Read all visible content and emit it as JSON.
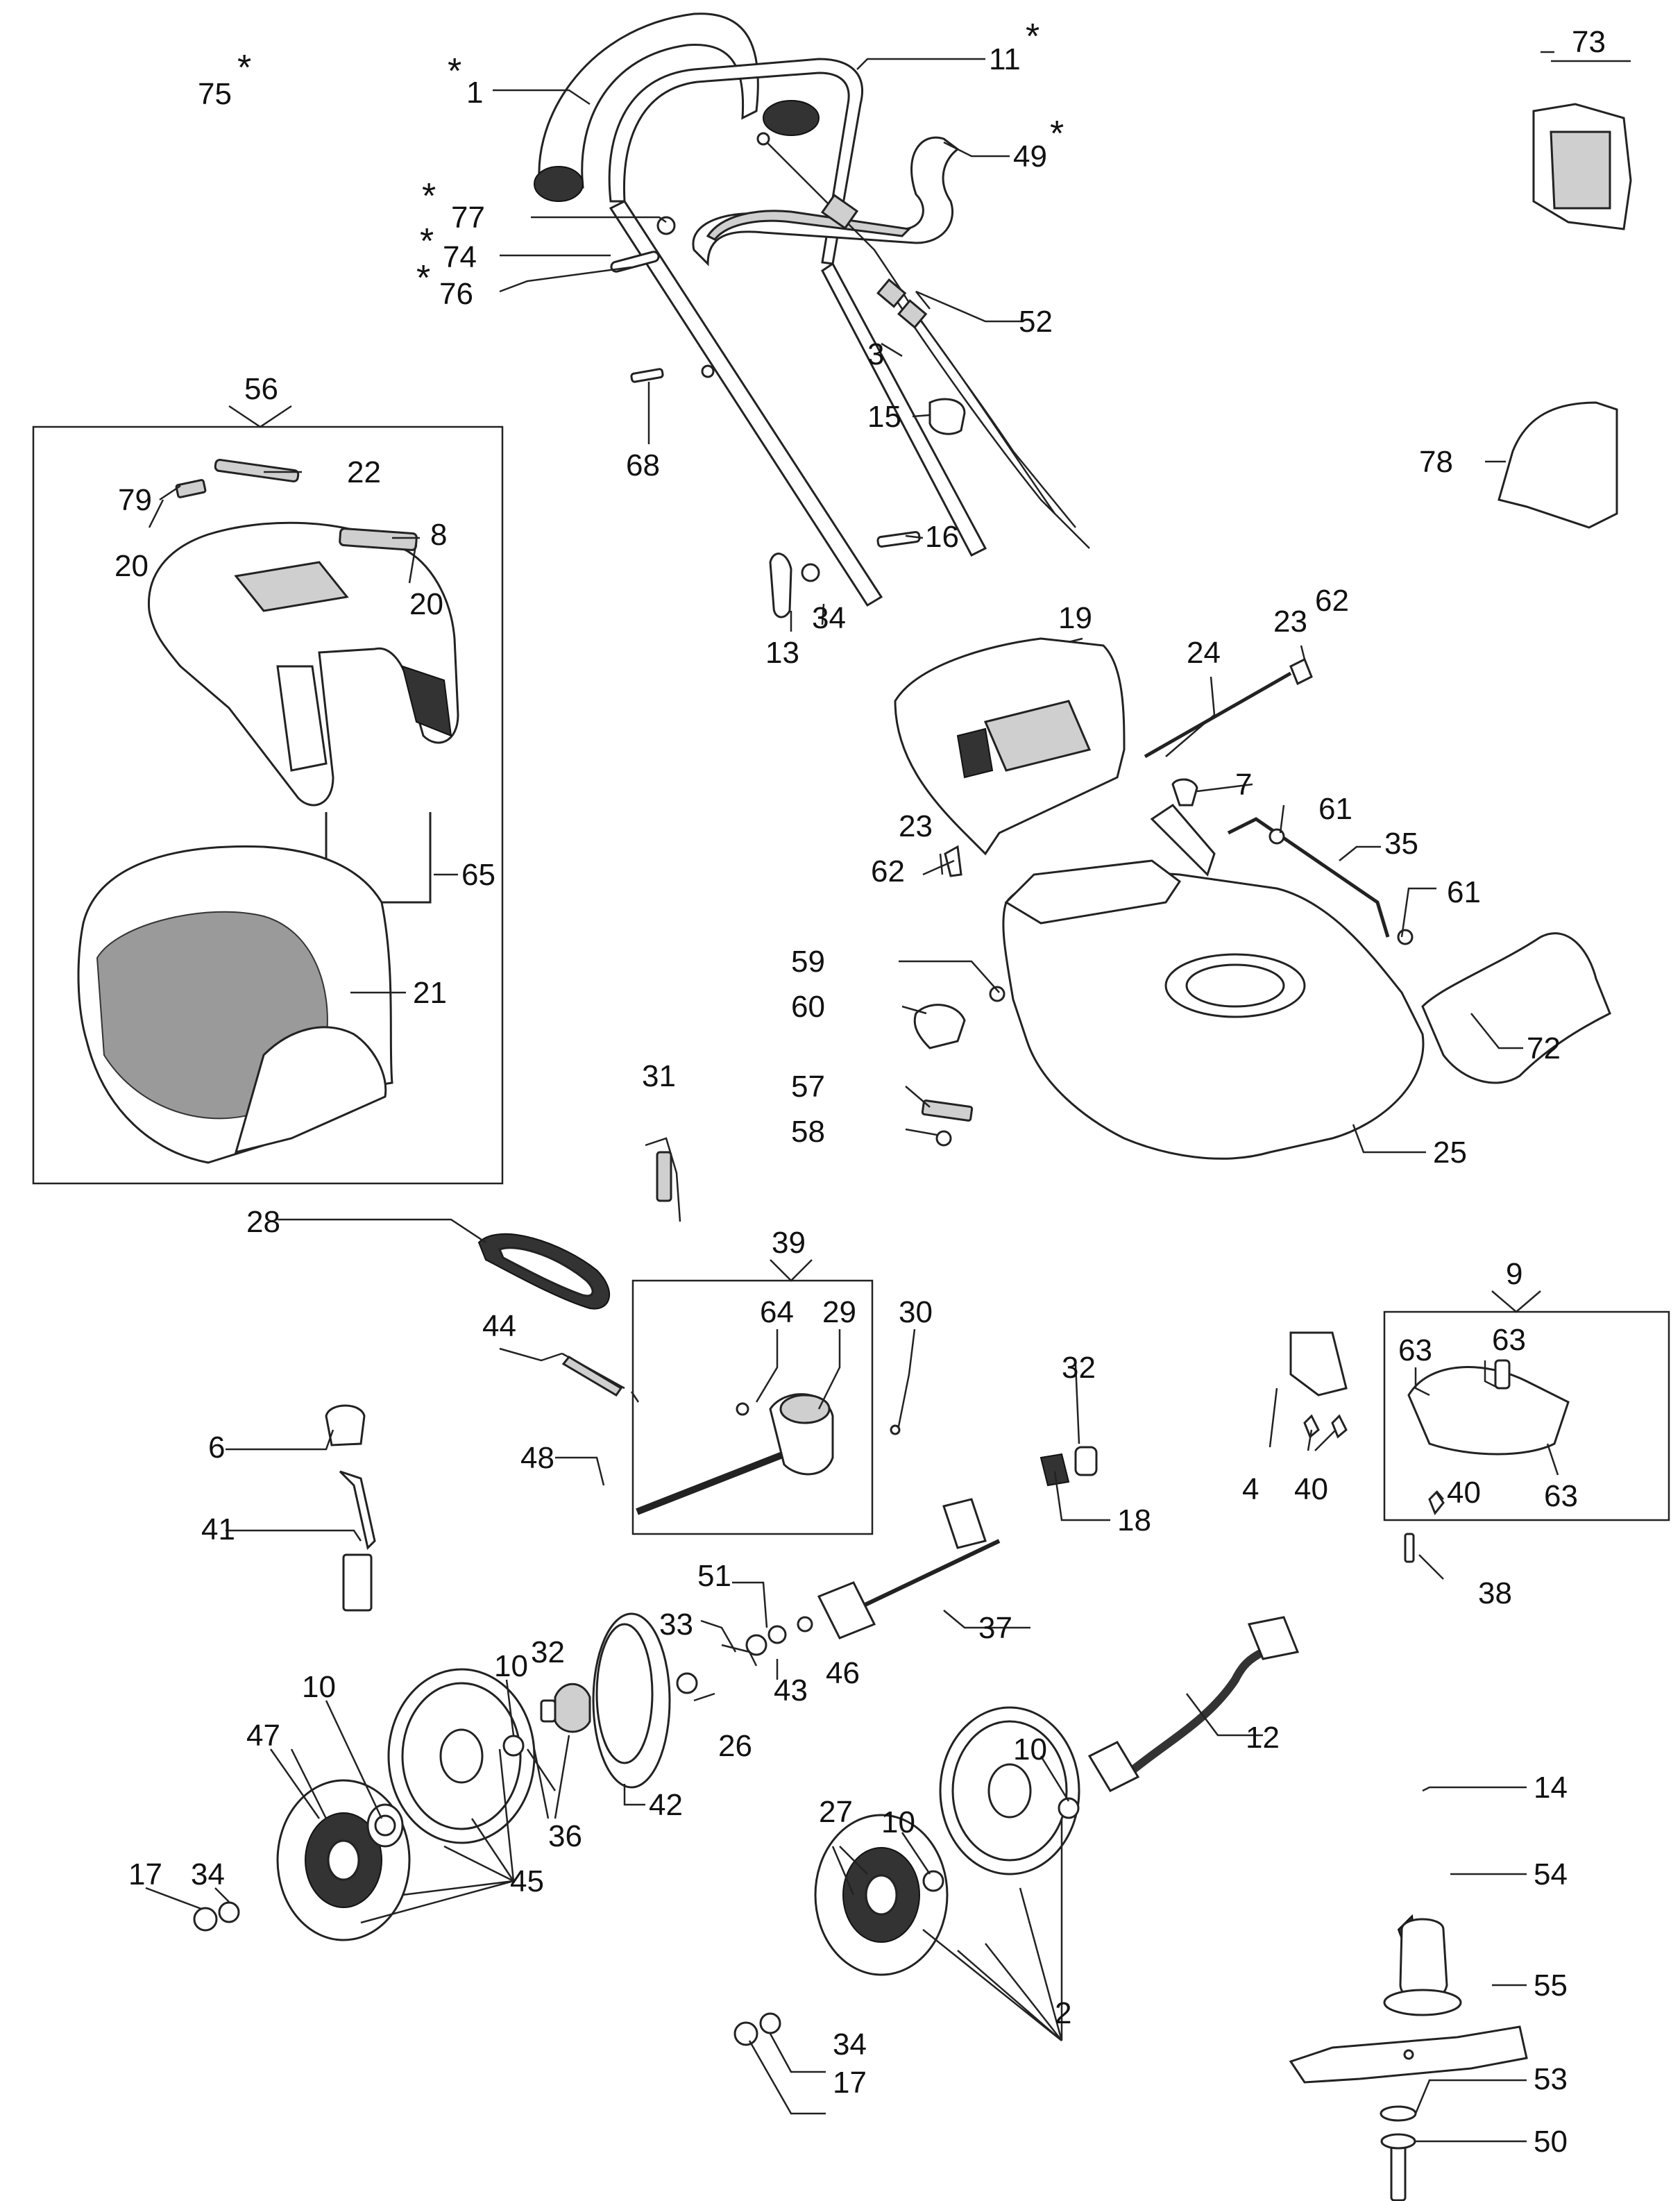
{
  "diagram": {
    "labels": [
      {
        "id": "1",
        "text": "1",
        "star": "*",
        "star_pos": "before"
      },
      {
        "id": "2",
        "text": "2"
      },
      {
        "id": "3",
        "text": "3"
      },
      {
        "id": "4",
        "text": "4"
      },
      {
        "id": "6",
        "text": "6"
      },
      {
        "id": "7",
        "text": "7"
      },
      {
        "id": "8",
        "text": "8"
      },
      {
        "id": "9",
        "text": "9"
      },
      {
        "id": "10a",
        "text": "10"
      },
      {
        "id": "10b",
        "text": "10"
      },
      {
        "id": "10c",
        "text": "10"
      },
      {
        "id": "10d",
        "text": "10"
      },
      {
        "id": "11",
        "text": "11",
        "star": "*",
        "star_pos": "after"
      },
      {
        "id": "12",
        "text": "12"
      },
      {
        "id": "13",
        "text": "13"
      },
      {
        "id": "14",
        "text": "14"
      },
      {
        "id": "15",
        "text": "15"
      },
      {
        "id": "16",
        "text": "16"
      },
      {
        "id": "17a",
        "text": "17"
      },
      {
        "id": "17b",
        "text": "17"
      },
      {
        "id": "18",
        "text": "18"
      },
      {
        "id": "19",
        "text": "19"
      },
      {
        "id": "20a",
        "text": "20"
      },
      {
        "id": "20b",
        "text": "20"
      },
      {
        "id": "21",
        "text": "21"
      },
      {
        "id": "22",
        "text": "22"
      },
      {
        "id": "23a",
        "text": "23"
      },
      {
        "id": "23b",
        "text": "23"
      },
      {
        "id": "24",
        "text": "24"
      },
      {
        "id": "25",
        "text": "25"
      },
      {
        "id": "26",
        "text": "26"
      },
      {
        "id": "27",
        "text": "27"
      },
      {
        "id": "28",
        "text": "28"
      },
      {
        "id": "29",
        "text": "29"
      },
      {
        "id": "30",
        "text": "30"
      },
      {
        "id": "31",
        "text": "31"
      },
      {
        "id": "32a",
        "text": "32"
      },
      {
        "id": "32b",
        "text": "32"
      },
      {
        "id": "33",
        "text": "33"
      },
      {
        "id": "34a",
        "text": "34"
      },
      {
        "id": "34b",
        "text": "34"
      },
      {
        "id": "34c",
        "text": "34"
      },
      {
        "id": "35",
        "text": "35"
      },
      {
        "id": "36",
        "text": "36"
      },
      {
        "id": "37",
        "text": "37"
      },
      {
        "id": "38",
        "text": "38"
      },
      {
        "id": "39",
        "text": "39"
      },
      {
        "id": "40a",
        "text": "40"
      },
      {
        "id": "40b",
        "text": "40"
      },
      {
        "id": "41",
        "text": "41"
      },
      {
        "id": "42",
        "text": "42"
      },
      {
        "id": "43",
        "text": "43"
      },
      {
        "id": "44",
        "text": "44"
      },
      {
        "id": "45",
        "text": "45"
      },
      {
        "id": "46",
        "text": "46"
      },
      {
        "id": "47",
        "text": "47"
      },
      {
        "id": "48",
        "text": "48"
      },
      {
        "id": "49",
        "text": "49",
        "star": "*",
        "star_pos": "after"
      },
      {
        "id": "50",
        "text": "50"
      },
      {
        "id": "51",
        "text": "51"
      },
      {
        "id": "52",
        "text": "52"
      },
      {
        "id": "53",
        "text": "53"
      },
      {
        "id": "54",
        "text": "54"
      },
      {
        "id": "55",
        "text": "55"
      },
      {
        "id": "56",
        "text": "56"
      },
      {
        "id": "57",
        "text": "57"
      },
      {
        "id": "58",
        "text": "58"
      },
      {
        "id": "59",
        "text": "59"
      },
      {
        "id": "60",
        "text": "60"
      },
      {
        "id": "61a",
        "text": "61"
      },
      {
        "id": "61b",
        "text": "61"
      },
      {
        "id": "62a",
        "text": "62"
      },
      {
        "id": "62b",
        "text": "62"
      },
      {
        "id": "63a",
        "text": "63"
      },
      {
        "id": "63b",
        "text": "63"
      },
      {
        "id": "63c",
        "text": "63"
      },
      {
        "id": "64",
        "text": "64"
      },
      {
        "id": "65",
        "text": "65"
      },
      {
        "id": "68",
        "text": "68"
      },
      {
        "id": "72",
        "text": "72"
      },
      {
        "id": "73",
        "text": "73"
      },
      {
        "id": "74",
        "text": "74",
        "star": "*",
        "star_pos": "before"
      },
      {
        "id": "75",
        "text": "75",
        "star": "*",
        "star_pos": "after"
      },
      {
        "id": "76",
        "text": "76",
        "star": "*",
        "star_pos": "before"
      },
      {
        "id": "77",
        "text": "77",
        "star": "*",
        "star_pos": "before"
      },
      {
        "id": "78",
        "text": "78"
      },
      {
        "id": "79",
        "text": "79"
      }
    ]
  }
}
